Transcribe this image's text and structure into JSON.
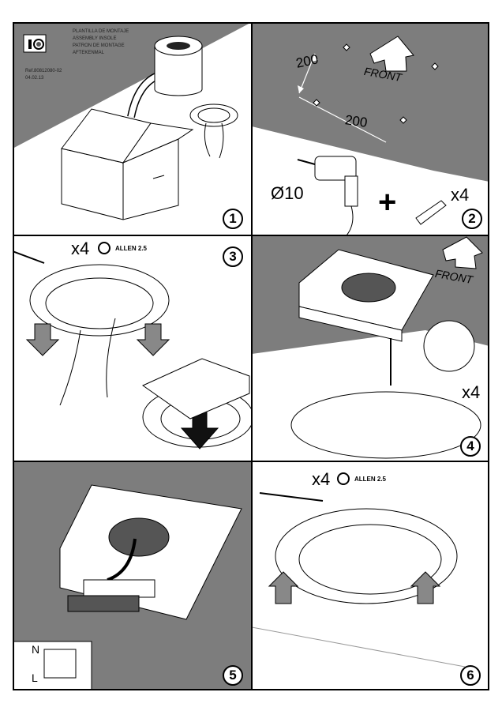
{
  "step1": {
    "template_lines": [
      "PLANTILLA DE MONTAJE",
      "ASSEMBLY INSOLE",
      "PATRON DE MONTAGE",
      "AFTEKENMAL"
    ],
    "ref": "Ref.80812080-02",
    "date": "04.02.13",
    "number": "1"
  },
  "step2": {
    "dim_vertical": "200",
    "dim_horizontal": "200",
    "front_label": "FRONT",
    "drill_size": "Ø10",
    "plus": "+",
    "quantity": "x4",
    "number": "2"
  },
  "step3": {
    "quantity": "x4",
    "allen": "ALLEN 2.5",
    "number": "3"
  },
  "step4": {
    "front_label": "FRONT",
    "quantity": "x4",
    "number": "4"
  },
  "step5": {
    "wire_n": "N",
    "wire_l": "L",
    "number": "5"
  },
  "step6": {
    "quantity": "x4",
    "allen": "ALLEN 2.5",
    "number": "6"
  },
  "colors": {
    "ceiling_gray": "#7d7d7d",
    "line": "#000000",
    "paper": "#ffffff"
  }
}
